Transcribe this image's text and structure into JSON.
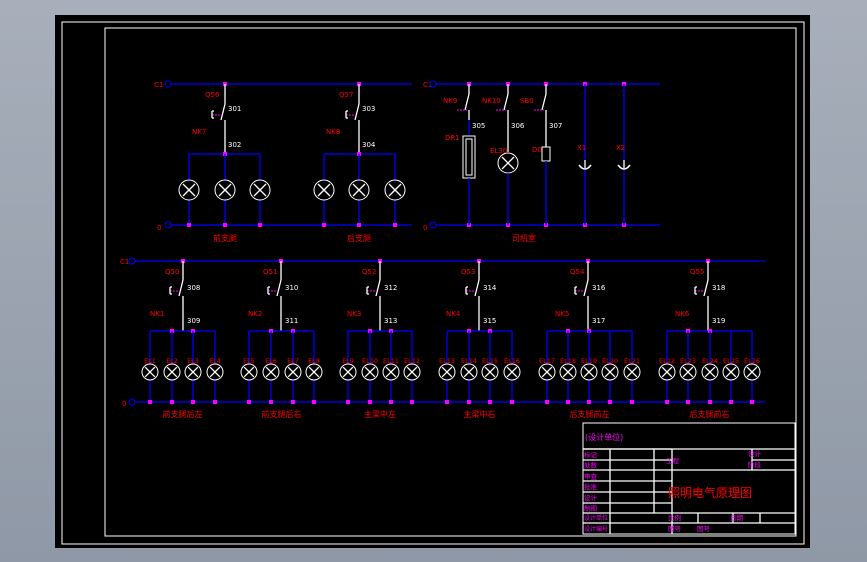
{
  "colors": {
    "background": "#000000",
    "bus": "#0000ff",
    "node": "#ff00ff",
    "label": "#ff0000",
    "wire": "#ffffff",
    "titleblock_text": "#ff00ff"
  },
  "top": {
    "bus_live": "C1",
    "bus_neutral": "0",
    "groups": [
      {
        "switch": "Q56",
        "interlock": "NK7",
        "wire_top": "301",
        "wire_bottom": "302",
        "caption": "前支腿"
      },
      {
        "switch": "Q57",
        "interlock": "NK8",
        "wire_top": "303",
        "wire_bottom": "304",
        "caption": "后支腿"
      }
    ],
    "cab": {
      "caption": "司机室",
      "branches": [
        {
          "switch": "NK9",
          "wire": "305",
          "device": "DR1",
          "type": "heater"
        },
        {
          "switch": "NK10",
          "wire": "306",
          "device": "EL30",
          "type": "lamp"
        },
        {
          "switch": "SB0",
          "wire": "307",
          "device": "D0",
          "type": "bell"
        },
        {
          "switch": "",
          "wire": "",
          "device": "X1",
          "type": "socket"
        },
        {
          "switch": "",
          "wire": "",
          "device": "X2",
          "type": "socket"
        }
      ]
    }
  },
  "bottom": {
    "bus_live": "C1",
    "bus_neutral": "0",
    "groups": [
      {
        "switch": "Q50",
        "interlock": "NK1",
        "wire_top": "308",
        "wire_bottom": "309",
        "caption": "前支腿后左",
        "lamps": [
          "EL1",
          "EL2",
          "EL3",
          "EL4"
        ]
      },
      {
        "switch": "Q51",
        "interlock": "NK2",
        "wire_top": "310",
        "wire_bottom": "311",
        "caption": "前支腿后右",
        "lamps": [
          "EL5",
          "EL6",
          "EL7",
          "EL8"
        ]
      },
      {
        "switch": "Q52",
        "interlock": "NK3",
        "wire_top": "312",
        "wire_bottom": "313",
        "caption": "主梁中左",
        "lamps": [
          "EL9",
          "EL10",
          "EL11",
          "EL12"
        ]
      },
      {
        "switch": "Q53",
        "interlock": "NK4",
        "wire_top": "314",
        "wire_bottom": "315",
        "caption": "主梁中右",
        "lamps": [
          "EL13",
          "EL14",
          "EL15",
          "EL16"
        ]
      },
      {
        "switch": "Q54",
        "interlock": "NK5",
        "wire_top": "316",
        "wire_bottom": "317",
        "caption": "后支腿前左",
        "lamps": [
          "EL17",
          "EL18",
          "EL19",
          "EL20",
          "EL21"
        ]
      },
      {
        "switch": "Q55",
        "interlock": "NK6",
        "wire_top": "318",
        "wire_bottom": "319",
        "caption": "后支腿前右",
        "lamps": [
          "EL22",
          "EL23",
          "EL24",
          "EL25",
          "EL26"
        ]
      }
    ]
  },
  "title_block": {
    "company": "(设计单位)",
    "row_labels": [
      "标记",
      "处数",
      "审查",
      "批准",
      "设计",
      "制图"
    ],
    "project_label": "工程",
    "design_label": "设计",
    "stage_label": "阶段",
    "drawing_title": "照明电气原理图",
    "bottom_labels": [
      "设计单位",
      "设计编号"
    ],
    "scale_label": "比例",
    "date_label": "日期",
    "drawing_no_label": "图号",
    "drawing_no2_label": "图号"
  }
}
